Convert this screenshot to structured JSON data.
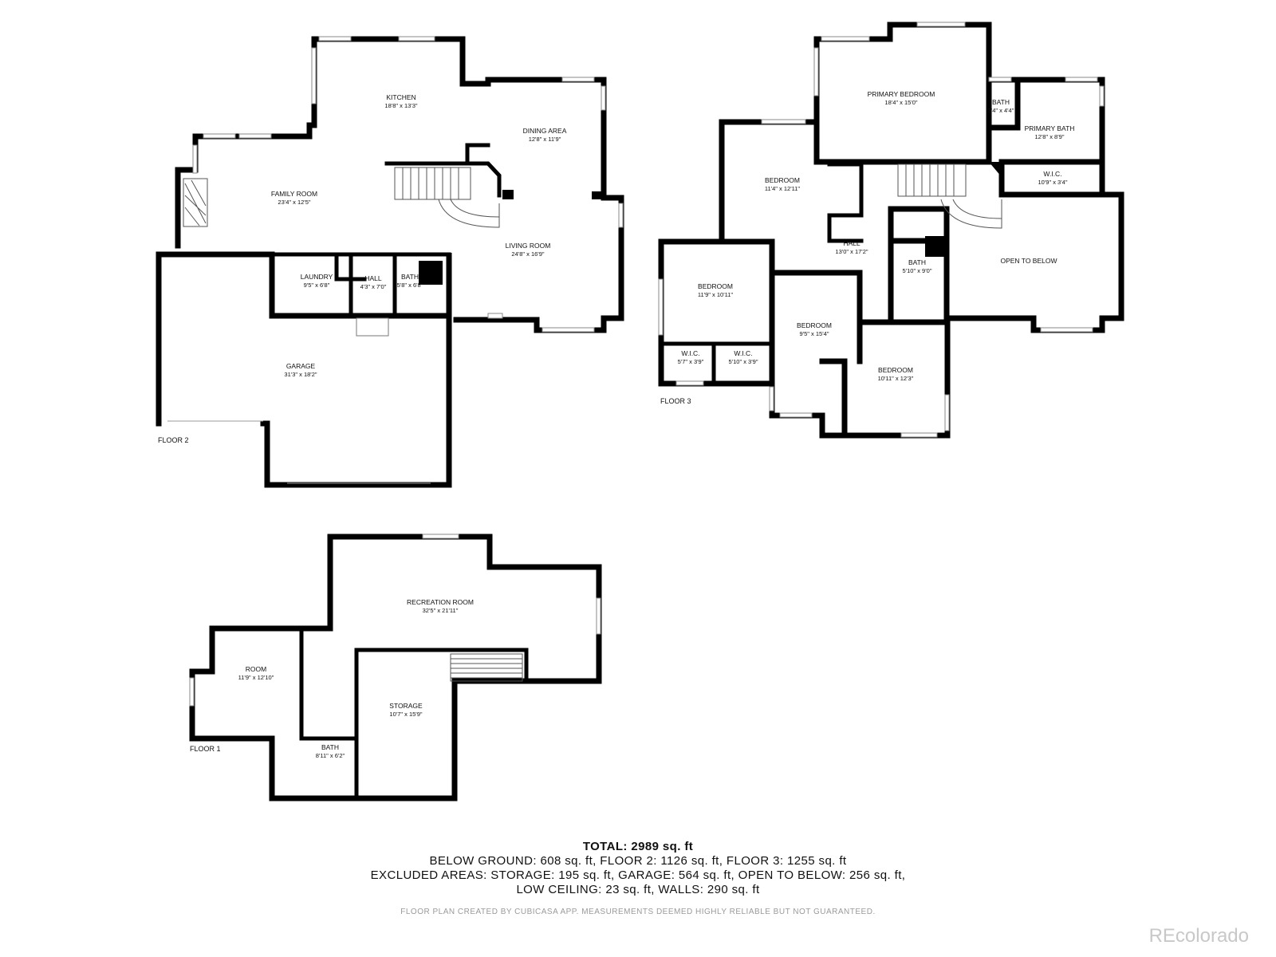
{
  "floors": [
    {
      "label": "FLOOR 2",
      "rooms": [
        {
          "name": "KITCHEN",
          "dims": "18'8\" x 13'3\""
        },
        {
          "name": "DINING AREA",
          "dims": "12'8\" x 11'9\""
        },
        {
          "name": "FAMILY ROOM",
          "dims": "23'4\" x 12'5\""
        },
        {
          "name": "LIVING ROOM",
          "dims": "24'8\" x 16'9\""
        },
        {
          "name": "LAUNDRY",
          "dims": "9'5\" x 6'8\""
        },
        {
          "name": "HALL",
          "dims": "4'3\" x 7'0\""
        },
        {
          "name": "BATH",
          "dims": "5'8\" x 6'8\""
        },
        {
          "name": "GARAGE",
          "dims": "31'3\" x 18'2\""
        }
      ]
    },
    {
      "label": "FLOOR 3",
      "rooms": [
        {
          "name": "PRIMARY BEDROOM",
          "dims": "18'4\" x 15'0\""
        },
        {
          "name": "BATH",
          "dims": "3'4\" x 4'4\""
        },
        {
          "name": "PRIMARY BATH",
          "dims": "12'8\" x 8'9\""
        },
        {
          "name": "W.I.C.",
          "dims": "10'9\" x 3'4\""
        },
        {
          "name": "BEDROOM",
          "dims": "11'4\" x 12'11\""
        },
        {
          "name": "HALL",
          "dims": "13'0\" x 17'2\""
        },
        {
          "name": "BATH",
          "dims": "5'10\" x 9'0\""
        },
        {
          "name": "OPEN TO BELOW",
          "dims": ""
        },
        {
          "name": "BEDROOM",
          "dims": "11'9\" x 10'11\""
        },
        {
          "name": "BEDROOM",
          "dims": "9'5\" x 15'4\""
        },
        {
          "name": "W.I.C.",
          "dims": "5'7\" x 3'9\""
        },
        {
          "name": "W.I.C.",
          "dims": "5'10\" x 3'9\""
        },
        {
          "name": "BEDROOM",
          "dims": "10'11\" x 12'3\""
        }
      ]
    },
    {
      "label": "FLOOR 1",
      "rooms": [
        {
          "name": "RECREATION ROOM",
          "dims": "32'5\" x 21'11\""
        },
        {
          "name": "ROOM",
          "dims": "11'9\" x 12'10\""
        },
        {
          "name": "STORAGE",
          "dims": "10'7\" x 15'9\""
        },
        {
          "name": "BATH",
          "dims": "8'11\" x 6'2\""
        }
      ]
    }
  ],
  "summary": {
    "total": "TOTAL: 2989 sq. ft",
    "line1": "BELOW GROUND: 608 sq. ft, FLOOR 2: 1126 sq. ft, FLOOR 3: 1255 sq. ft",
    "line2": "EXCLUDED AREAS: STORAGE: 195 sq. ft, GARAGE: 564 sq. ft, OPEN TO BELOW: 256 sq. ft,",
    "line3": "LOW CEILING: 23 sq. ft, WALLS: 290 sq. ft"
  },
  "disclaimer": "FLOOR PLAN CREATED BY CUBICASA APP. MEASUREMENTS DEEMED HIGHLY RELIABLE BUT NOT GUARANTEED.",
  "brand": "REcolorado"
}
